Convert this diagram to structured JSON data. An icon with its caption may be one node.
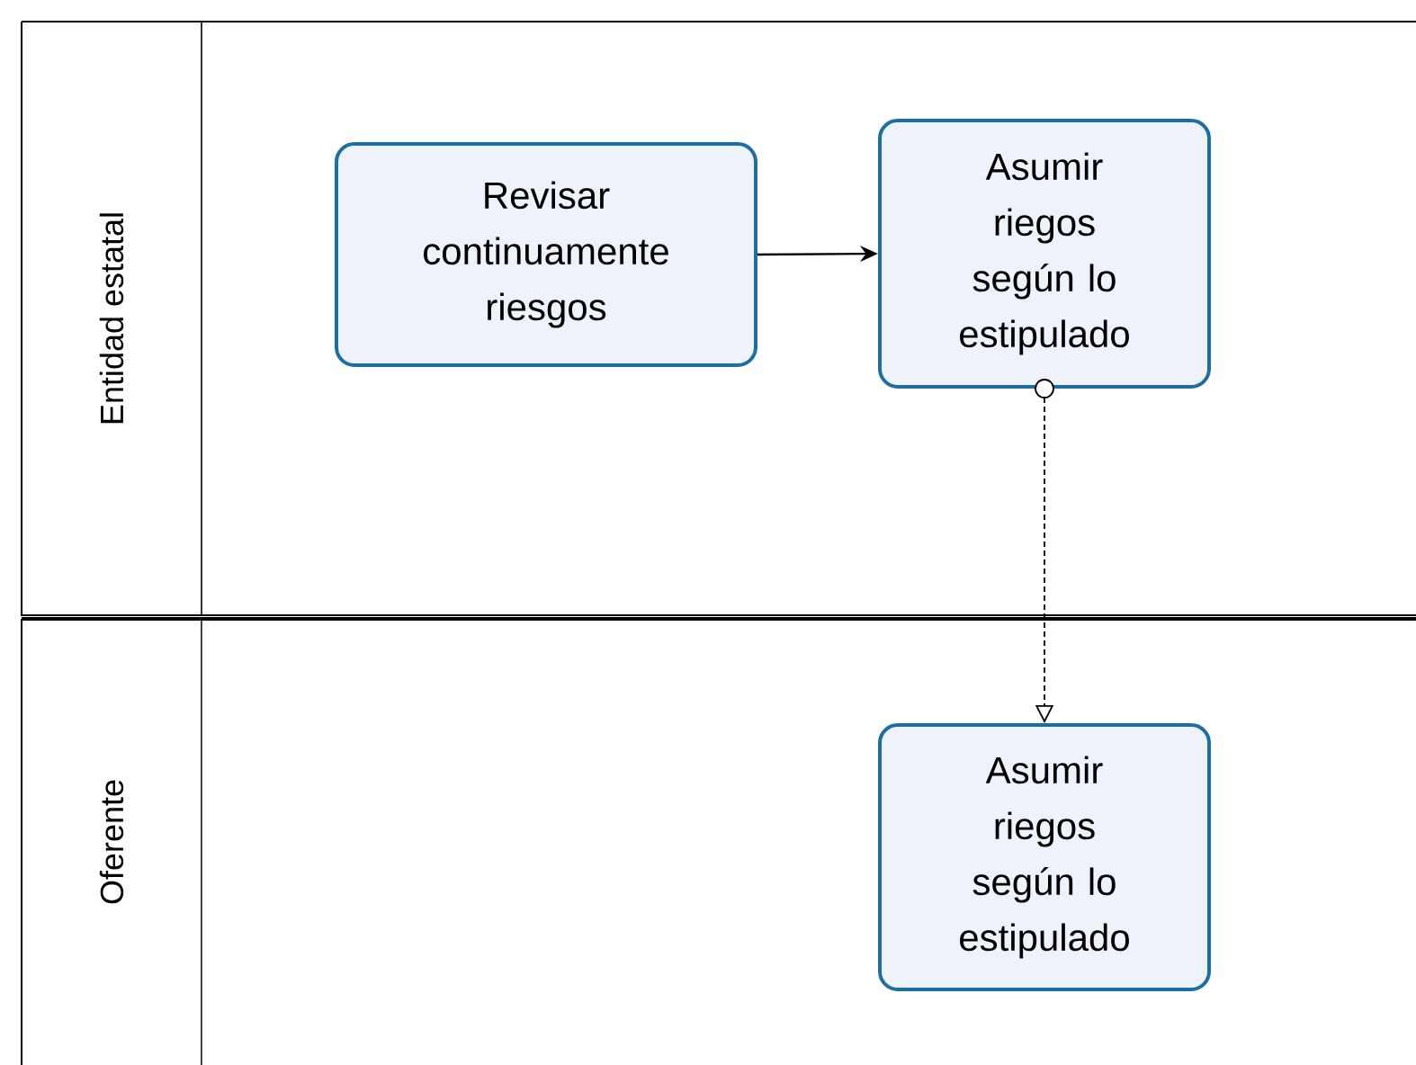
{
  "diagram": {
    "nodes": [
      {
        "text": [
          "Entidad estatal"
        ]
      },
      {
        "text": [
          "Oferente"
        ]
      },
      {
        "text": [
          "Revisar continuamente riesgos"
        ],
        "in": 0
      },
      {
        "text": [
          "Asumir riegos según lo estipulado"
        ],
        "in": 0
      },
      {
        "text": [
          "Asumir riegos según lo estipulado"
        ],
        "in": 1
      }
    ],
    "edges": [
      {
        "from": 2,
        "to": 3,
        "arrow": "to"
      },
      {
        "from": 3,
        "to": 4,
        "arrow": "to",
        "style": "dashed"
      }
    ]
  }
}
